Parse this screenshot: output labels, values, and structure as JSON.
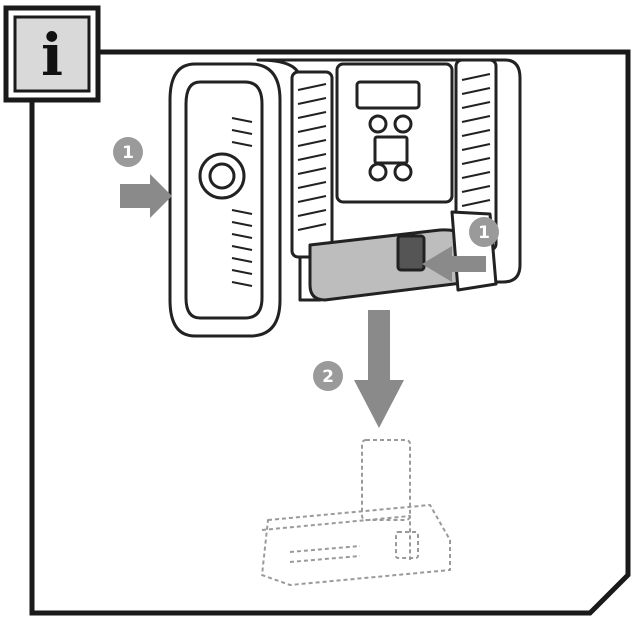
{
  "info_badge": {
    "letter": "i"
  },
  "steps": [
    {
      "id": "press-left",
      "label": "1"
    },
    {
      "id": "press-right",
      "label": "1"
    },
    {
      "id": "remove-battery",
      "label": "2"
    }
  ],
  "colors": {
    "frame": "#1a1a1a",
    "badge_fill": "#d9d9d9",
    "step_circle": "#9a9a9a",
    "arrow": "#8a8a8a",
    "device_outline": "#222222",
    "battery_outline": "#9a9a9a",
    "handle_fill": "#bdbdbd"
  }
}
